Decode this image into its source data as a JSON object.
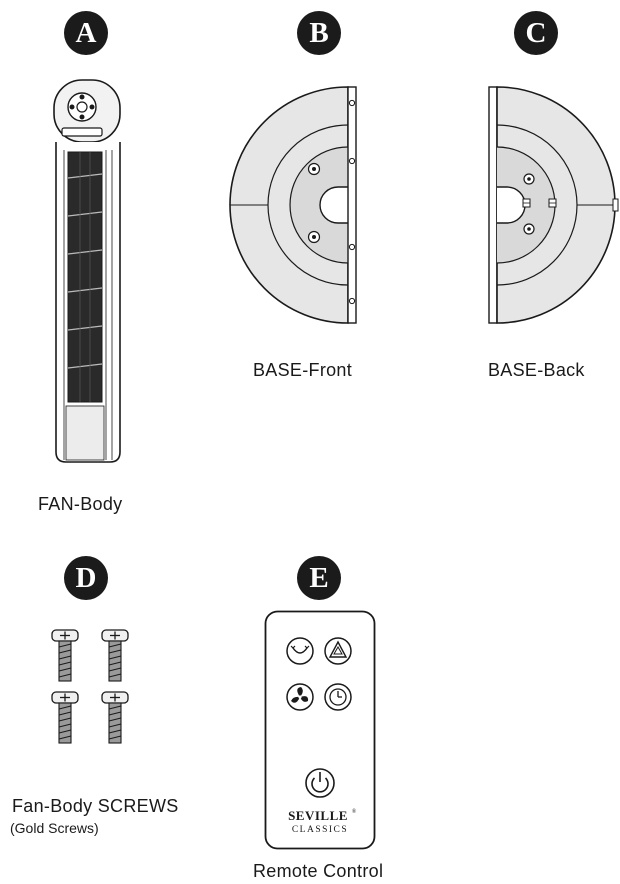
{
  "parts": {
    "a": {
      "letter": "A",
      "label": "FAN-Body"
    },
    "b": {
      "letter": "B",
      "label": "BASE-Front"
    },
    "c": {
      "letter": "C",
      "label": "BASE-Back"
    },
    "d": {
      "letter": "D",
      "label": "Fan-Body SCREWS",
      "sublabel": "(Gold Screws)"
    },
    "e": {
      "letter": "E",
      "label": "Remote Control"
    }
  },
  "remote": {
    "brand": "SEVILLE",
    "brand_mark": "®",
    "brand_sub": "CLASSICS"
  },
  "colors": {
    "badge": "#1b1b1b",
    "line": "#1a1a1a",
    "fill_light": "#e6e6e6",
    "fill_mid": "#d9d9d9"
  }
}
